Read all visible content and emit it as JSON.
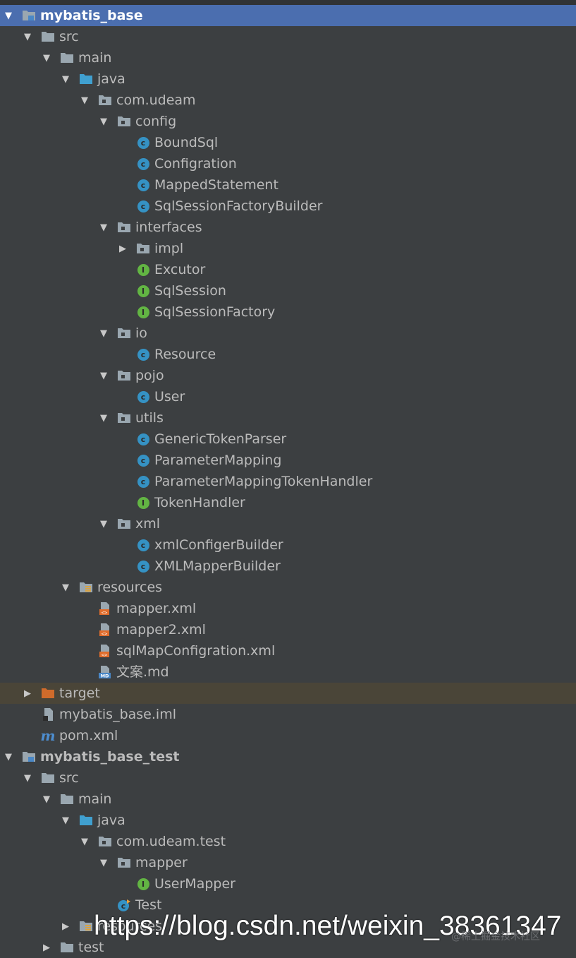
{
  "tree": [
    {
      "label": "mybatis_base",
      "indent": 1,
      "arrow": "down",
      "icon": "module-icon",
      "bold": true,
      "selected": true
    },
    {
      "label": "src",
      "indent": 2,
      "arrow": "down",
      "icon": "folder-icon"
    },
    {
      "label": "main",
      "indent": 3,
      "arrow": "down",
      "icon": "folder-icon"
    },
    {
      "label": "java",
      "indent": 4,
      "arrow": "down",
      "icon": "source-folder-icon"
    },
    {
      "label": "com.udeam",
      "indent": 5,
      "arrow": "down",
      "icon": "package-icon"
    },
    {
      "label": "config",
      "indent": 6,
      "arrow": "down",
      "icon": "package-icon"
    },
    {
      "label": "BoundSql",
      "indent": 7,
      "arrow": "none",
      "icon": "class-icon"
    },
    {
      "label": "Configration",
      "indent": 7,
      "arrow": "none",
      "icon": "class-icon"
    },
    {
      "label": "MappedStatement",
      "indent": 7,
      "arrow": "none",
      "icon": "class-icon"
    },
    {
      "label": "SqlSessionFactoryBuilder",
      "indent": 7,
      "arrow": "none",
      "icon": "class-icon"
    },
    {
      "label": "interfaces",
      "indent": 6,
      "arrow": "down",
      "icon": "package-icon"
    },
    {
      "label": "impl",
      "indent": 7,
      "arrow": "right",
      "icon": "package-icon"
    },
    {
      "label": "Excutor",
      "indent": 7,
      "arrow": "none",
      "icon": "interface-icon"
    },
    {
      "label": "SqlSession",
      "indent": 7,
      "arrow": "none",
      "icon": "interface-icon"
    },
    {
      "label": "SqlSessionFactory",
      "indent": 7,
      "arrow": "none",
      "icon": "interface-icon"
    },
    {
      "label": "io",
      "indent": 6,
      "arrow": "down",
      "icon": "package-icon"
    },
    {
      "label": "Resource",
      "indent": 7,
      "arrow": "none",
      "icon": "class-icon"
    },
    {
      "label": "pojo",
      "indent": 6,
      "arrow": "down",
      "icon": "package-icon"
    },
    {
      "label": "User",
      "indent": 7,
      "arrow": "none",
      "icon": "class-icon"
    },
    {
      "label": "utils",
      "indent": 6,
      "arrow": "down",
      "icon": "package-icon"
    },
    {
      "label": "GenericTokenParser",
      "indent": 7,
      "arrow": "none",
      "icon": "class-icon"
    },
    {
      "label": "ParameterMapping",
      "indent": 7,
      "arrow": "none",
      "icon": "class-icon"
    },
    {
      "label": "ParameterMappingTokenHandler",
      "indent": 7,
      "arrow": "none",
      "icon": "class-icon"
    },
    {
      "label": "TokenHandler",
      "indent": 7,
      "arrow": "none",
      "icon": "interface-icon"
    },
    {
      "label": "xml",
      "indent": 6,
      "arrow": "down",
      "icon": "package-icon"
    },
    {
      "label": "xmlConfigerBuilder",
      "indent": 7,
      "arrow": "none",
      "icon": "class-icon"
    },
    {
      "label": "XMLMapperBuilder",
      "indent": 7,
      "arrow": "none",
      "icon": "class-icon"
    },
    {
      "label": "resources",
      "indent": 4,
      "arrow": "down",
      "icon": "resources-folder-icon"
    },
    {
      "label": "mapper.xml",
      "indent": 5,
      "arrow": "none",
      "icon": "xml-file-icon"
    },
    {
      "label": "mapper2.xml",
      "indent": 5,
      "arrow": "none",
      "icon": "xml-file-icon"
    },
    {
      "label": "sqlMapConfigration.xml",
      "indent": 5,
      "arrow": "none",
      "icon": "xml-file-icon"
    },
    {
      "label": "文案.md",
      "indent": 5,
      "arrow": "none",
      "icon": "markdown-file-icon"
    },
    {
      "label": "target",
      "indent": 2,
      "arrow": "right",
      "icon": "excluded-folder-icon",
      "excluded": true
    },
    {
      "label": "mybatis_base.iml",
      "indent": 2,
      "arrow": "none",
      "icon": "iml-file-icon"
    },
    {
      "label": "pom.xml",
      "indent": 2,
      "arrow": "none",
      "icon": "maven-icon"
    },
    {
      "label": "mybatis_base_test",
      "indent": 1,
      "arrow": "down",
      "icon": "module-icon",
      "bold": true
    },
    {
      "label": "src",
      "indent": 2,
      "arrow": "down",
      "icon": "folder-icon"
    },
    {
      "label": "main",
      "indent": 3,
      "arrow": "down",
      "icon": "folder-icon"
    },
    {
      "label": "java",
      "indent": 4,
      "arrow": "down",
      "icon": "source-folder-icon"
    },
    {
      "label": "com.udeam.test",
      "indent": 5,
      "arrow": "down",
      "icon": "package-icon"
    },
    {
      "label": "mapper",
      "indent": 6,
      "arrow": "down",
      "icon": "package-icon"
    },
    {
      "label": "UserMapper",
      "indent": 7,
      "arrow": "none",
      "icon": "interface-icon"
    },
    {
      "label": "Test",
      "indent": 6,
      "arrow": "none",
      "icon": "runnable-class-icon"
    },
    {
      "label": "resources",
      "indent": 4,
      "arrow": "right",
      "icon": "resources-folder-icon"
    },
    {
      "label": "test",
      "indent": 3,
      "arrow": "right",
      "icon": "folder-icon"
    }
  ],
  "watermark": {
    "url": "https://blog.csdn.net/weixin_38361347",
    "site": "@稀土掘金技术社区"
  },
  "colors": {
    "background": "#3c3f41",
    "selection": "#4b6eaf",
    "excluded_row": "#4a4538",
    "class_icon": "#3592c4",
    "interface_icon": "#62b543",
    "excluded_folder": "#d06b2b"
  }
}
